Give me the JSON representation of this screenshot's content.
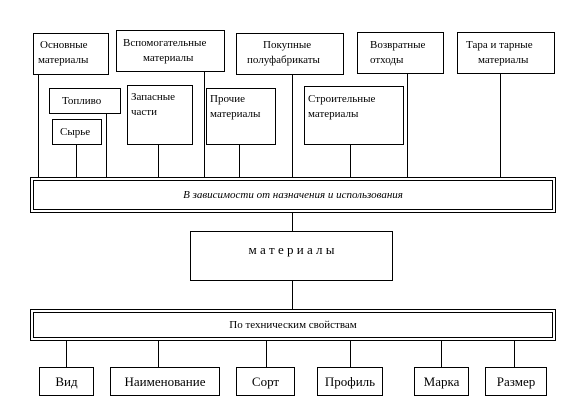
{
  "top_boxes": [
    {
      "lines": [
        "Основные",
        "материалы"
      ]
    },
    {
      "lines": [
        "Вспомогательные",
        "материалы"
      ]
    },
    {
      "lines": [
        "Покупные",
        "полуфабрикаты"
      ]
    },
    {
      "lines": [
        "Возвратные",
        "отходы"
      ]
    },
    {
      "lines": [
        "Тара и тарные",
        "материалы"
      ]
    }
  ],
  "mid_boxes": [
    {
      "lines": [
        "Топливо"
      ]
    },
    {
      "lines": [
        "Сырье"
      ]
    },
    {
      "lines": [
        "Запасные",
        "части"
      ]
    },
    {
      "lines": [
        "Прочие",
        "материалы"
      ]
    },
    {
      "lines": [
        "Строительные",
        "материалы"
      ]
    }
  ],
  "band_purpose": "В зависимости от назначения и использования",
  "center_box": "м а т е р и а л ы",
  "band_technical": "По техническим свойствам",
  "bottom_boxes": [
    "Вид",
    "Наименование",
    "Сорт",
    "Профиль",
    "Марка",
    "Размер"
  ]
}
